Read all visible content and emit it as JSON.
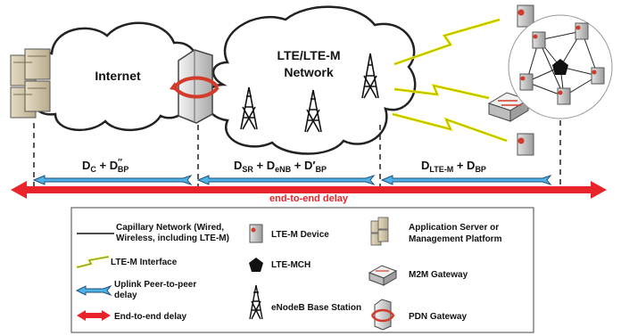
{
  "clouds": {
    "internet": "Internet",
    "lte_line1": "LTE/LTE-M",
    "lte_line2": "Network"
  },
  "delays": {
    "segment1": {
      "base": "D",
      "sub1": "C",
      "plus": " + D",
      "sup2": "″",
      "sub2": "BP"
    },
    "segment2": {
      "base": "D",
      "sub1": "SR",
      "plus": " + D",
      "sub2": "eNB",
      "plus2": " + D′",
      "sub3": "BP"
    },
    "segment3": {
      "base": "D",
      "sub1": "LTE-M",
      "plus": " + D",
      "sub2": "BP"
    },
    "end_to_end_label": "end-to-end delay"
  },
  "legend": {
    "capillary_line1": "Capillary Network (Wired,",
    "capillary_line2": "Wireless, including LTE-M)",
    "lte_m_interface": "LTE-M Interface",
    "uplink_line1": "Uplink Peer-to-peer",
    "uplink_line2": "delay",
    "end_to_end": "End-to-end delay",
    "lte_m_device": "LTE-M Device",
    "lte_mch": "LTE-MCH",
    "enodeb": "eNodeB Base Station",
    "app_server_line1": "Application Server or",
    "app_server_line2": "Management Platform",
    "m2m_gateway": "M2M Gateway",
    "pdn_gateway": "PDN Gateway"
  },
  "colors": {
    "uplink_arrow": "#4db3e6",
    "uplink_outline": "#1f4e79",
    "e2e_arrow": "#e8232a",
    "lightning": "#e8e800",
    "device_body": "#c8c8c8",
    "device_accent": "#d43a2a"
  },
  "icons": [
    "server-icon",
    "pdn-gateway-icon",
    "cell-tower-icon",
    "lte-m-device-icon",
    "m2m-gateway-icon",
    "lte-mch-icon",
    "lightning-icon"
  ]
}
